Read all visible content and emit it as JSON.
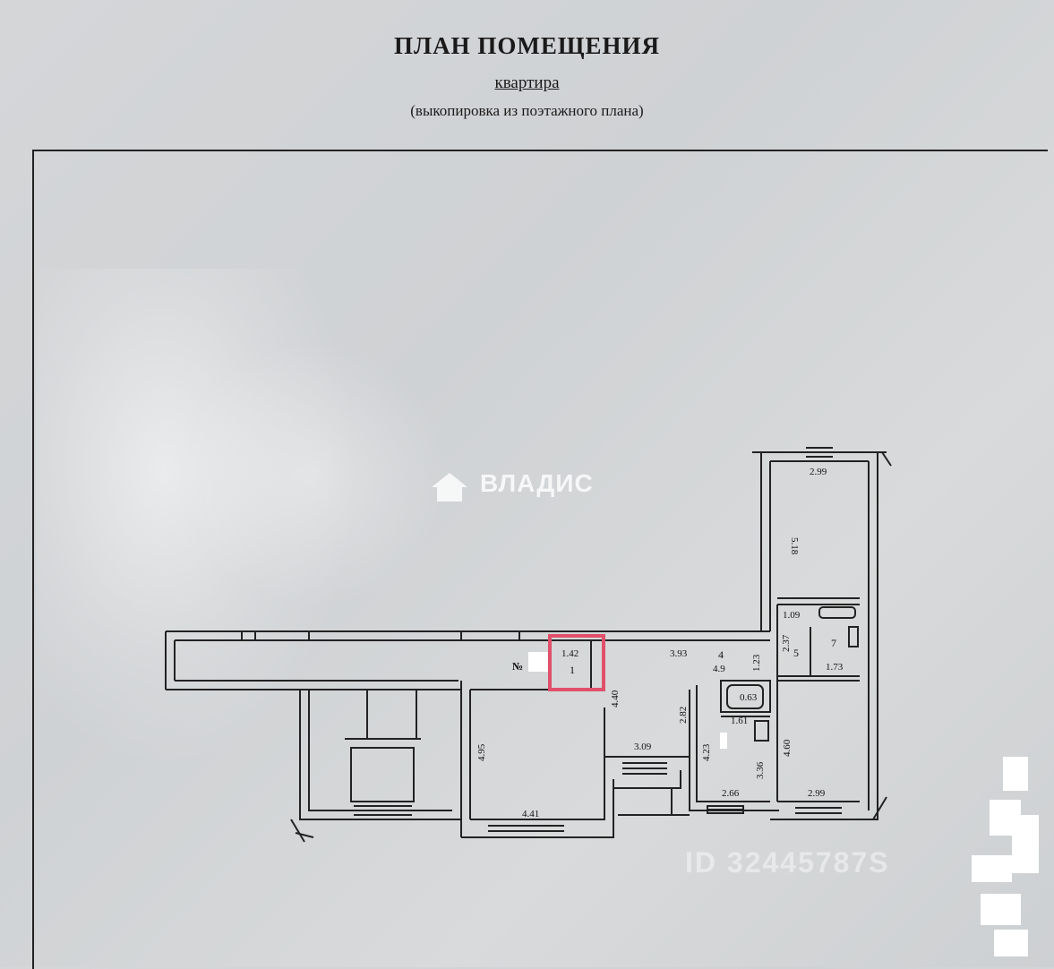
{
  "header": {
    "title": "ПЛАН ПОМЕЩЕНИЯ",
    "subtitle": "квартира",
    "note": "(выкопировка из поэтажного плана)"
  },
  "watermark": {
    "brand": "ВЛАДИС",
    "id_text": "ID 32445787S"
  },
  "plan": {
    "number_prefix": "№",
    "rooms": {
      "r1_width": "1.42",
      "r1_label": "1",
      "corridor_length": "3.93",
      "r4_label": "4",
      "r4_area": "4.9",
      "r4_side": "1.23",
      "r4_height": "4.40",
      "r5_label": "5",
      "r5_side": "2.37",
      "r7_label": "7",
      "r7_width": "1.09",
      "r7_depth": "1.73",
      "top_room_width": "2.99",
      "top_room_height": "5.18",
      "small_room_width": "0.63",
      "small_room_depth": "1.61",
      "kitchen_width": "2.66",
      "kitchen_height": "4.23",
      "kitchen_inner": "3.36",
      "right_room_width": "2.99",
      "right_room_height": "4.60",
      "hall_width": "3.09",
      "hall_height": "2.82",
      "living_width": "4.41",
      "living_height": "4.95"
    }
  }
}
